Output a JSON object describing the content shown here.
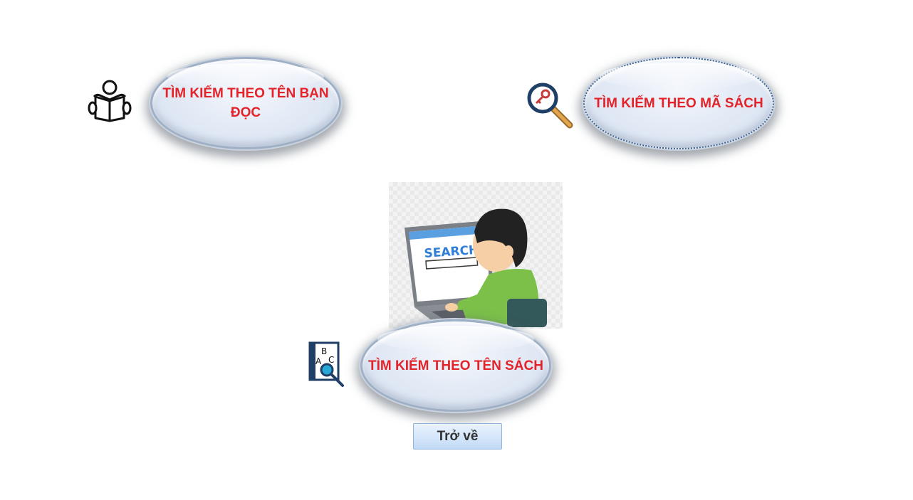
{
  "buttons": {
    "search_by_reader_name": "TÌM KIẾM THEO TÊN BẠN ĐỌC",
    "search_by_book_code": "TÌM KIẾM THEO MÃ SÁCH",
    "search_by_book_title": "TÌM KIẾM THEO TÊN SÁCH",
    "back": "Trở về"
  },
  "illustration": {
    "screen_text": "SEARCH"
  },
  "icons": {
    "reader": "reader-icon",
    "key_search": "key-search-icon",
    "abc_search": "abc-search-icon"
  },
  "colors": {
    "label_red": "#e3222a",
    "oval_fill": "#dfe7f4",
    "back_button_fill": "#d6e7fa"
  }
}
